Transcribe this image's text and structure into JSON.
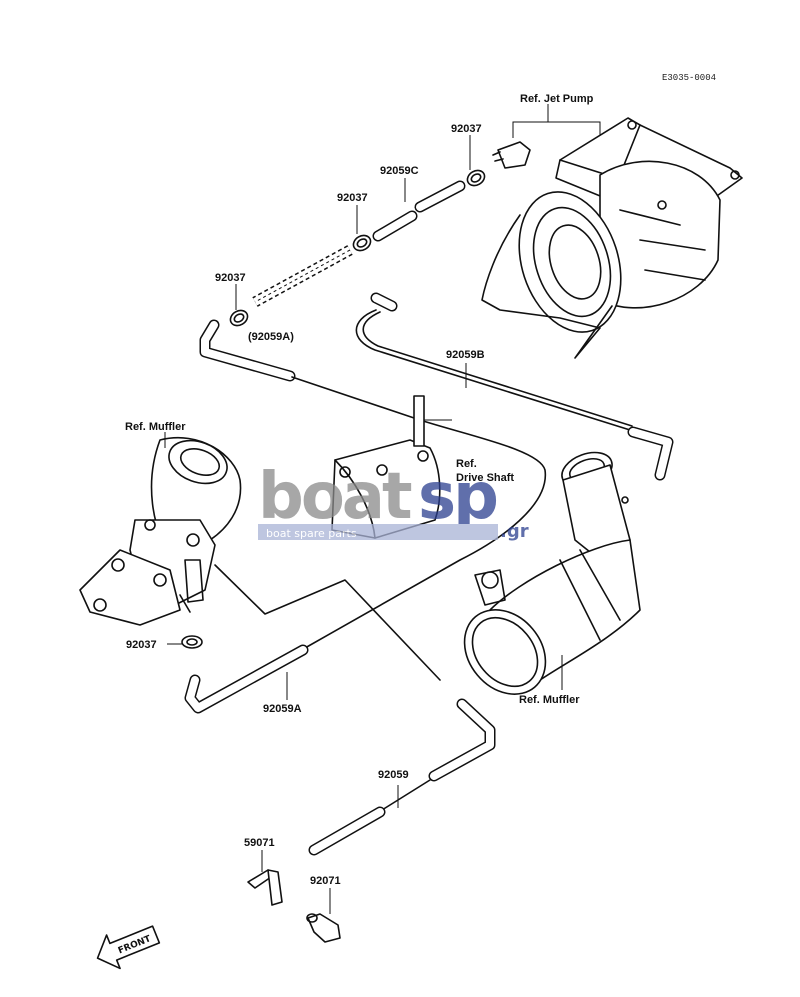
{
  "diagram_code": "E3035-0004",
  "labels": {
    "ref_jet_pump": "Ref. Jet Pump",
    "ref_muffler_left": "Ref. Muffler",
    "ref_muffler_right": "Ref. Muffler",
    "ref_drive_shaft_1": "Ref.",
    "ref_drive_shaft_2": "Drive Shaft",
    "p92037_a": "92037",
    "p92037_b": "92037",
    "p92037_c": "92037",
    "p92037_d": "92037",
    "p92059c": "92059C",
    "p92059a_paren": "(92059A)",
    "p92059b": "92059B",
    "p92059a": "92059A",
    "p92059": "92059",
    "p59071": "59071",
    "p92071": "92071",
    "front": "FRONT"
  },
  "watermark": {
    "brand_left": "boat",
    "brand_right": "sp",
    "tagline": "boat spare parts",
    "domain": ".gr"
  },
  "colors": {
    "line": "#111111",
    "watermark_gray": "#8a8a8a",
    "watermark_blue": "#2b3f8f",
    "tagline_bar": "#a9b3d6"
  }
}
